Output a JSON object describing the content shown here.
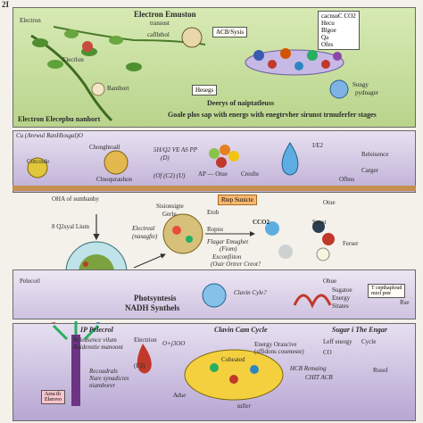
{
  "corner_number": "2I",
  "panel1": {
    "title": "Electron Emuston",
    "subtitle": "transust",
    "leaf_labels": [
      "Electron",
      "caflhtbol",
      "Elecrlon",
      "Banthort"
    ],
    "atp_label": "ACB/Sysis",
    "node_label": "Hesegs",
    "caption_line1": "Electron Elecepbu nanhort",
    "caption_line2": "Deerys of naiptatleuss",
    "caption_line3": "Goale plos sap with energs with enegtrvher sirunst trmuferfer stages",
    "sunlight_label": "Sungy",
    "sunlight_sub": "pydnager",
    "molecule_labels": [
      "cacnsuC CO2",
      "Hecu",
      "Blgoe",
      "Qa",
      "Ofes"
    ]
  },
  "panel2": {
    "title": "Cu (Arewul RanHlosgal)O",
    "labels": [
      "Cotcoule",
      "Chonghtoall",
      "Clnoqurauhon"
    ],
    "equation1": "5H/Q2 VE AS PP",
    "equation2": "(D)",
    "equation3": "(Of (C2) (U)",
    "ap_label": "AP — Otue",
    "cresfte": "Cresfte",
    "ionic": "I/E2",
    "release": "Releisence",
    "carger": "Carger",
    "ofbus": "Ofbus"
  },
  "panel3": {
    "top_left1": "OHA of sumbanhy",
    "top_left2": "8 Q2syal Lium",
    "electron_label": "Electreal",
    "electron_sub": "(nasagfte)",
    "stomate_label": "Sisionsigte",
    "stomate_sub": "Gerle",
    "etob": "Etob",
    "ropsu": "Ropsu",
    "step_box": "Rtep Sunicte",
    "cco2": "CCO2",
    "otue": "Otue",
    "flagar": "Flagar Emughet",
    "fiom": "(Fiom)",
    "exconfite": "Exconfiiton",
    "outer": "(Ouir Ortrer Creot?",
    "snust": "Snust",
    "ferser": "Ferser"
  },
  "panel4": {
    "left": "Pelecorl",
    "center_line1": "Photsyntesis",
    "center_line2": "NADH Synthels",
    "cycle_q": "Clavin Cyle?",
    "chloro": "Ohue",
    "sugate": "Sugatoe",
    "energy": "Energy",
    "stats": "Sitates",
    "side_box_line1": "T cepthaploud",
    "side_box_line2": "miol prer",
    "rse": "Rse"
  },
  "panel5": {
    "title_left": "IP Pelecrol",
    "title_center": "Clavin Cam Cycle",
    "title_right": "Sugar i The Engar",
    "release": "Releasence vilum",
    "reaction": "Raidenstie manoont",
    "recondrals": "Recoadrals",
    "nure": "Nure synadicies",
    "nure2": "niamborer",
    "pink_box1": "Area th",
    "pink_box2": "Elerovo",
    "electron_small": "Electrion",
    "if2": "(I/2)",
    "formula": "O+j3OO",
    "coheated": "Coheated",
    "energy_calc": "Energy Oraucive",
    "sfidsons": "(sffidons coseneste)",
    "leff": "Leff energy",
    "co": "CO",
    "cycle": "Cycle",
    "hcb": "HCB Remaing",
    "chit": "CHIT ACB",
    "rosof": "Rosof",
    "taller": "taller",
    "adue": "Adue"
  }
}
